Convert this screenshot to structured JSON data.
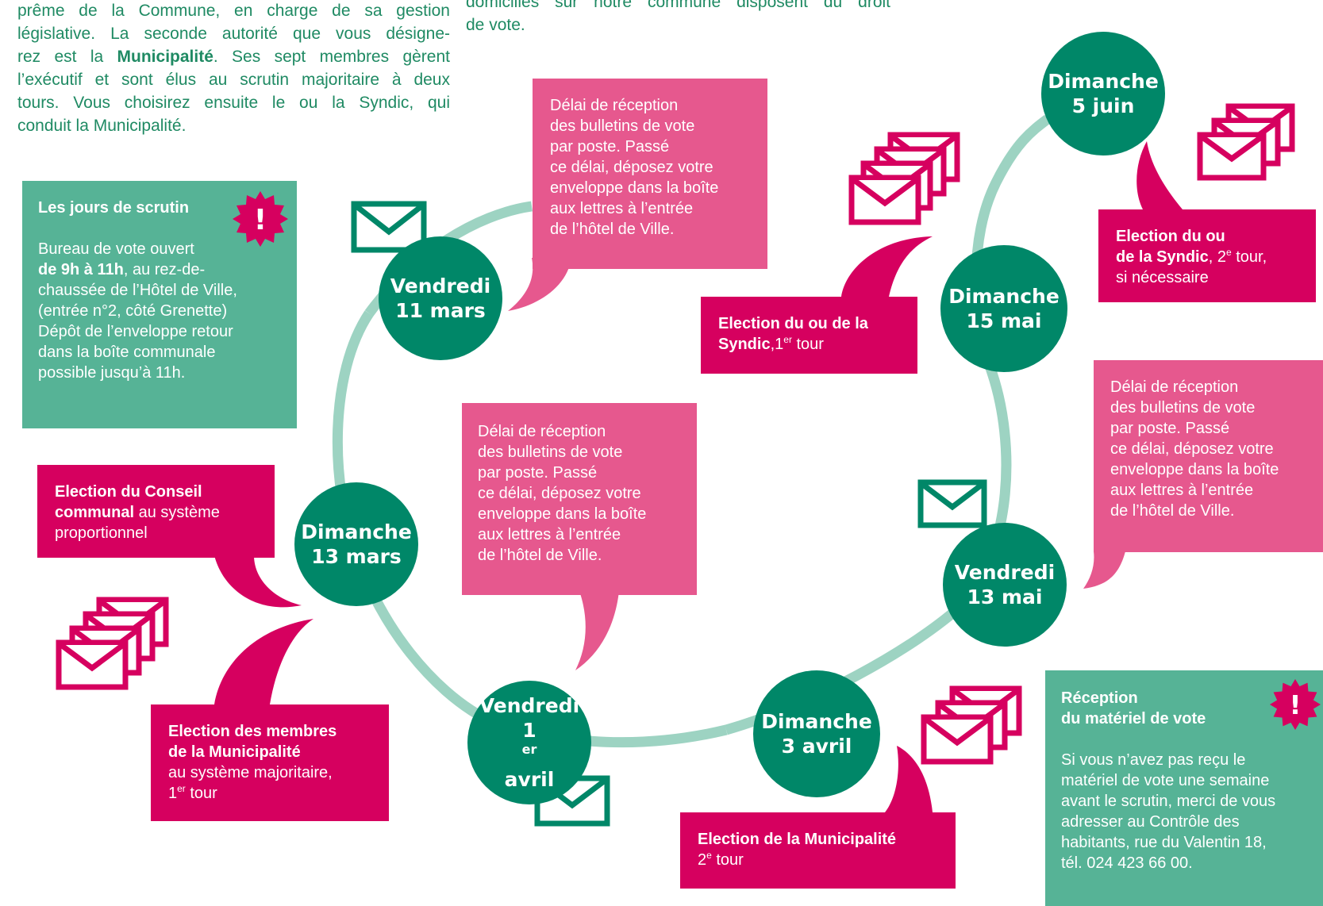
{
  "intro": {
    "left": [
      "prême de la Commune, en charge de sa gestion",
      "législative. La seconde autorité que vous désigne-",
      [
        "rez est la ",
        "Municipalité",
        ". Ses sept membres gèrent"
      ],
      "l’exécutif et sont élus au scrutin majoritaire à deux",
      "tours. Vous choisirez ensuite le ou la Syndic, qui",
      "conduit la Municipalité."
    ],
    "right": [
      "domiciliés sur notre commune disposent du droit",
      "de vote."
    ]
  },
  "scrutin_box": {
    "title": "Les jours de scrutin",
    "lines": [
      "Bureau de vote ouvert"
    ],
    "bold_hours": "de 9h à 11h",
    "after_hours": ", au rez-de-",
    "rest": [
      "chaussée de l’Hôtel de Ville,",
      "(entrée n°2, côté Grenette)",
      "Dépôt de l’enveloppe retour",
      "dans la boîte communale",
      "possible jusqu’à 11h."
    ]
  },
  "reception_box": {
    "title_lines": [
      "Réception",
      "du matériel de vote"
    ],
    "lines": [
      "Si vous n’avez pas reçu le",
      "matériel de vote une semaine",
      "avant le scrutin, merci de vous",
      "adresser au Contrôle des",
      "habitants, rue du Valentin 18,",
      "tél. 024 423 66 00."
    ]
  },
  "alert_glyph": "!",
  "dates": {
    "vendredi_11_mars": [
      "Vendredi",
      "11 mars"
    ],
    "dimanche_13_mars": [
      "Dimanche",
      "13 mars"
    ],
    "vendredi_1_avril": {
      "day": "Vendredi",
      "num": "1",
      "sup": "er",
      "month": " avril"
    },
    "dimanche_3_avril": [
      "Dimanche",
      "3 avril"
    ],
    "vendredi_13_mai": [
      "Vendredi",
      "13 mai"
    ],
    "dimanche_15_mai": [
      "Dimanche",
      "15 mai"
    ],
    "dimanche_5_juin": [
      "Dimanche",
      "5 juin"
    ]
  },
  "delai_text": [
    "Délai de réception",
    "des bulletins de vote",
    "par poste. Passé",
    "ce délai, déposez votre",
    "enveloppe dans la boîte",
    "aux lettres à l’entrée",
    "de l’hôtel de Ville."
  ],
  "elections": {
    "conseil": {
      "bold1": "Election du Conseil",
      "bold2": "communal",
      "rest1": " au système",
      "rest2": "proportionnel"
    },
    "municipalite_1": {
      "bold1": "Election des membres",
      "bold2": "de la Municipalité",
      "rest1": "au système majoritaire,",
      "num": "1",
      "sup": "er",
      "tour": " tour"
    },
    "municipalite_2": {
      "bold": "Election de la Municipalité",
      "num": "2",
      "sup": "e",
      "tour": " tour"
    },
    "syndic_1": {
      "bold1": "Election du ou de la",
      "bold2": "Syndic",
      "comma": ",",
      "num": "1",
      "sup": "er",
      "tour": " tour"
    },
    "syndic_2": {
      "bold1": "Election du ou",
      "bold2": "de la Syndic",
      "comma": ", ",
      "num": "2",
      "sup": "e",
      "tour": " tour,",
      "rest": "si nécessaire"
    }
  },
  "colors": {
    "circle_green": "#008768",
    "ring": "#9dd3c2",
    "box_green": "#56b396",
    "delai_pink": "#e6588e",
    "election_magenta": "#d6005f",
    "envelope_green": "#008768",
    "envelope_magenta": "#d6005f"
  },
  "icons": [
    "envelope-icon",
    "envelope-stack-icon",
    "alert-burst-icon"
  ]
}
